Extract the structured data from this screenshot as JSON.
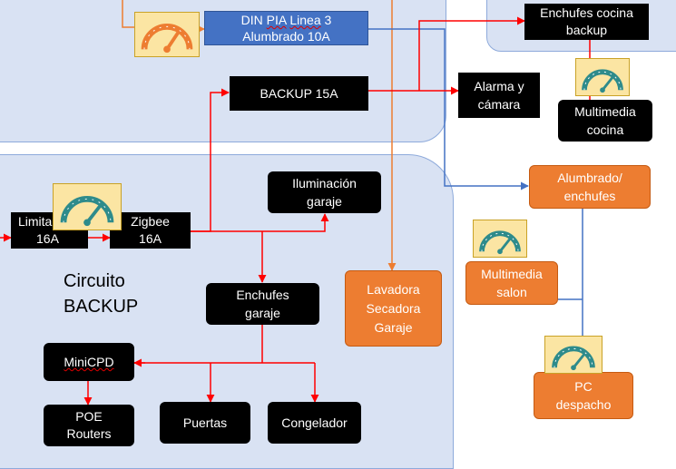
{
  "region_label": {
    "line1": "Circuito",
    "line2": "BACKUP"
  },
  "nodes": {
    "din_pia": {
      "pre": "DIN ",
      "squig": "PIA",
      "mid": " ",
      "squig2": "Linea",
      "post": " 3",
      "line2": "Alumbrado 10A"
    },
    "backup15a": "BACKUP 15A",
    "alarma": {
      "line1": "Alarma y",
      "line2": "cámara"
    },
    "enchufes_cocina": {
      "line1": "Enchufes cocina",
      "line2": "backup"
    },
    "multimedia_cocina": {
      "line1": "Multimedia",
      "line2": "cocina"
    },
    "alumbrado_enchufes": {
      "line1": "Alumbrado/",
      "line2": "enchufes"
    },
    "multimedia_salon": {
      "line1": "Multimedia",
      "line2": "salon"
    },
    "pc_despacho": {
      "line1": "PC",
      "line2": "despacho"
    },
    "limitador": {
      "line1": "Limita",
      "line2": "16A"
    },
    "zigbee": {
      "line1": "Zigbee",
      "line2": "16A"
    },
    "iluminacion_garaje": {
      "line1": "Iluminación",
      "line2": "garaje"
    },
    "lavadora": {
      "line1": "Lavadora",
      "line2": "Secadora",
      "line3": "Garaje"
    },
    "enchufes_garaje": {
      "line1": "Enchufes",
      "line2": "garaje"
    },
    "minicpd": "MiniCPD",
    "poe_routers": {
      "line1": "POE",
      "line2": "Routers"
    },
    "puertas": "Puertas",
    "congelador": "Congelador"
  },
  "colors": {
    "region_fill": "#d9e2f3",
    "region_border": "#8eaadb",
    "wire_red": "#ff0000",
    "wire_blue": "#4472c4",
    "wire_orange": "#ed7d31",
    "node_orange": "#ed7d31",
    "node_blue": "#4472c4",
    "gauge_fill": "#fbe5a3"
  },
  "icons": [
    "gauge-icon"
  ]
}
